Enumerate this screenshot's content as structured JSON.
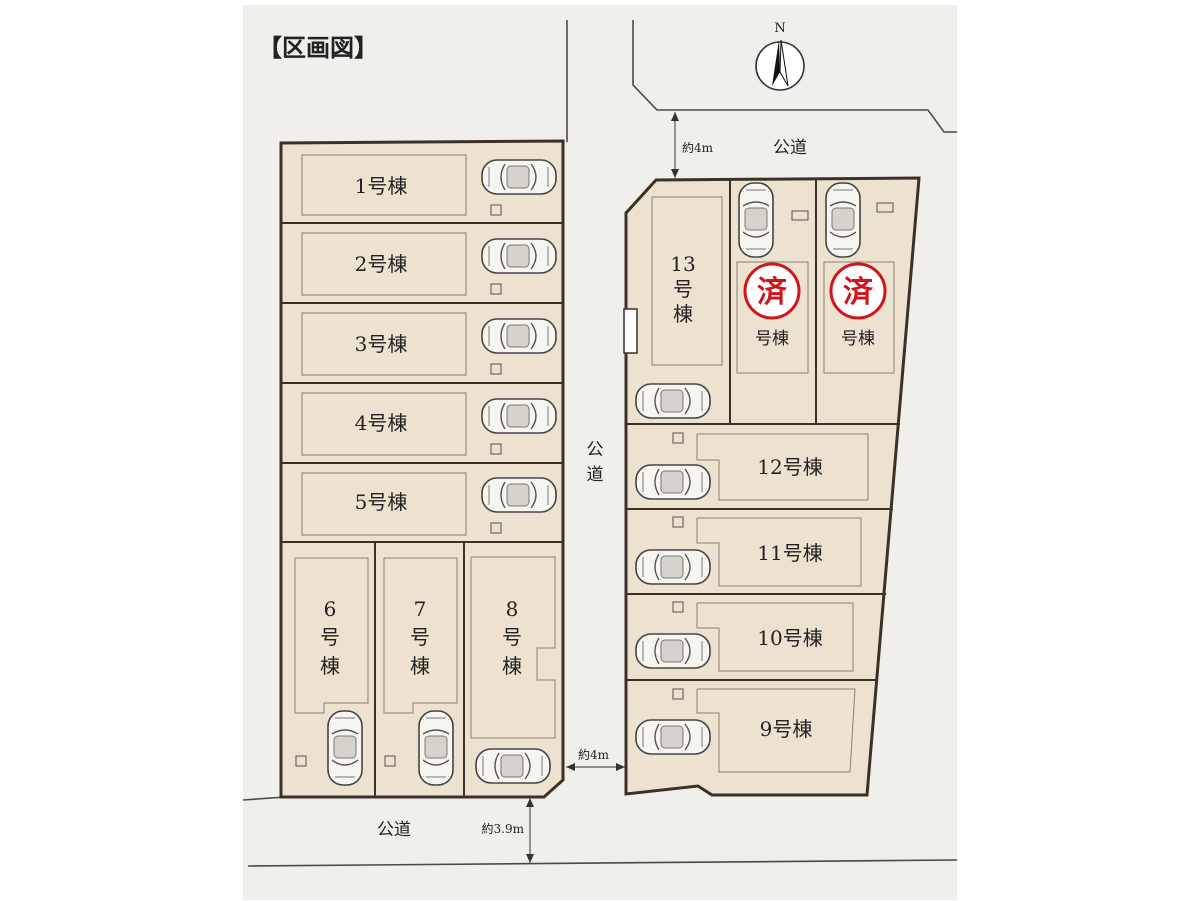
{
  "title": "【区画図】",
  "colors": {
    "background": "#f1efec",
    "lot_fill": "#ece2cf",
    "lot_border": "#3a3128",
    "sold_stamp": "#d0161b"
  },
  "compass": {
    "label": "N"
  },
  "roads": {
    "north": "公道",
    "middle": "公道",
    "south": "公道"
  },
  "widths": {
    "north": "約4m",
    "middle": "約4m",
    "south": "約3.9m"
  },
  "lots": [
    {
      "id": "1",
      "label": "1号棟"
    },
    {
      "id": "2",
      "label": "2号棟"
    },
    {
      "id": "3",
      "label": "3号棟"
    },
    {
      "id": "4",
      "label": "4号棟"
    },
    {
      "id": "5",
      "label": "5号棟"
    },
    {
      "id": "6",
      "label": [
        "6",
        "号",
        "棟"
      ]
    },
    {
      "id": "7",
      "label": [
        "7",
        "号",
        "棟"
      ]
    },
    {
      "id": "8",
      "label": [
        "8",
        "号",
        "棟"
      ]
    },
    {
      "id": "9",
      "label": "9号棟"
    },
    {
      "id": "10",
      "label": "10号棟"
    },
    {
      "id": "11",
      "label": "11号棟"
    },
    {
      "id": "12",
      "label": "12号棟"
    },
    {
      "id": "13",
      "label": [
        "13",
        "号",
        "棟"
      ]
    },
    {
      "id": "sold-a",
      "label": "号棟",
      "stamp": "済",
      "sold": true
    },
    {
      "id": "sold-b",
      "label": "号棟",
      "stamp": "済",
      "sold": true
    }
  ]
}
